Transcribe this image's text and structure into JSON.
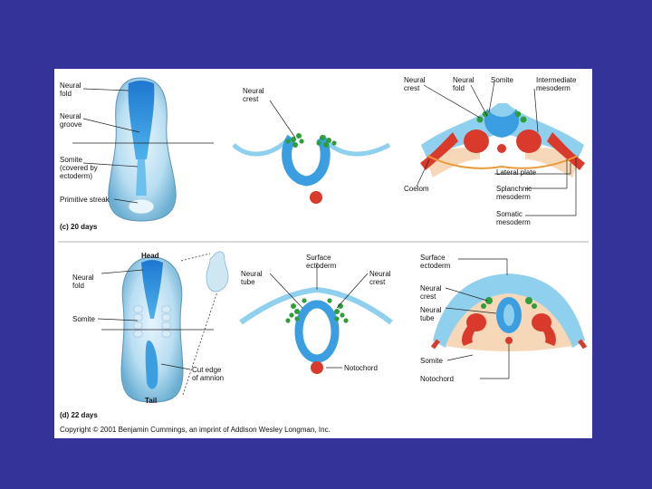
{
  "colors": {
    "background": "#333399",
    "panel": "#ffffff",
    "ectoderm": "#8fd0ee",
    "neural_crest": "#2e9e3a",
    "mesoderm": "#d93a2b",
    "mesenchyme": "#f6d7b8",
    "embryo_blue": "#3a9ee0"
  },
  "labels": {
    "c_neural_fold": "Neural\nfold",
    "c_neural_groove": "Neural\ngroove",
    "c_somite": "Somite\n(covered by\nectoderm)",
    "c_primitive_streak": "Primitive streak",
    "c_neural_crest": "Neural\ncrest",
    "c_r_neural_crest": "Neural\ncrest",
    "c_r_neural_fold": "Neural\nfold",
    "c_r_somite": "Somite",
    "c_r_intermediate": "Intermediate\nmesoderm",
    "c_r_lateral_plate": "Lateral plate",
    "c_r_coelom": "Coelom",
    "c_r_splanchnic": "Splanchnic\nmesoderm",
    "c_r_somatic": "Somatic\nmesoderm",
    "d_head": "Head",
    "d_neural_fold": "Neural\nfold",
    "d_somite": "Somite",
    "d_cut_edge": "Cut edge\nof amnion",
    "d_tail": "Tail",
    "d_surface_ectoderm": "Surface\nectoderm",
    "d_neural_tube": "Neural\ntube",
    "d_neural_crest": "Neural\ncrest",
    "d_notochord": "Notochord",
    "d_r_surface_ectoderm": "Surface\nectoderm",
    "d_r_neural_crest": "Neural\ncrest",
    "d_r_neural_tube": "Neural\ntube",
    "d_r_somite": "Somite",
    "d_r_notochord": "Notochord"
  },
  "captions": {
    "c": "(c) 20 days",
    "d": "(d) 22 days"
  },
  "copyright": "Copyright © 2001 Benjamin Cummings, an imprint of Addison Wesley Longman, Inc."
}
